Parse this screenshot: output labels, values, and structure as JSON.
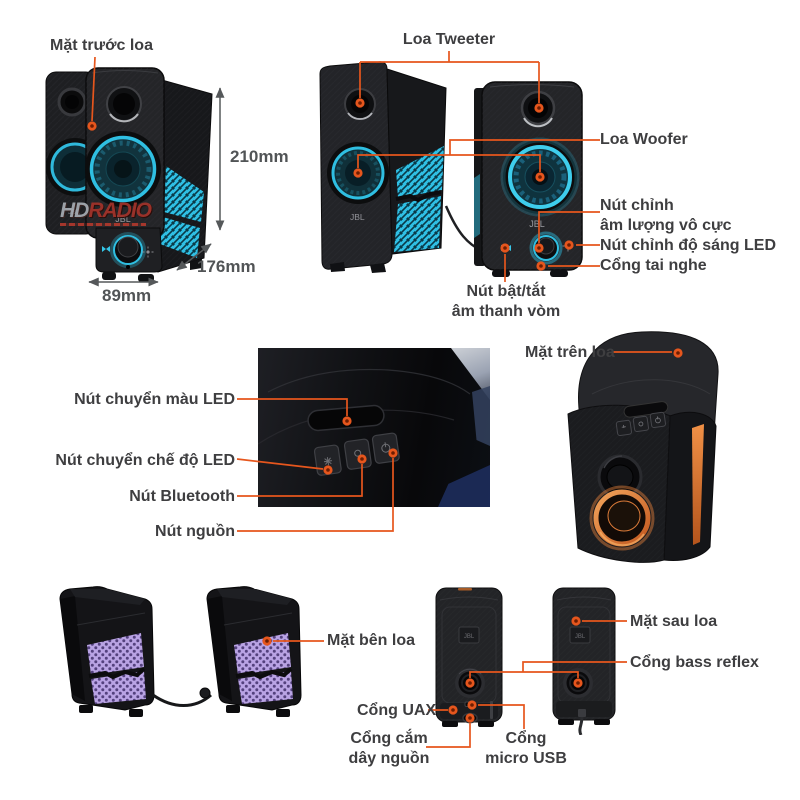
{
  "colors": {
    "accent_line": "#e6561d",
    "dot_core": "#6d1d02",
    "label_text": "#3e3e40",
    "dim_text": "#515456",
    "cyan_glow": "#38c6e8",
    "purple_mesh": "#b9a3e4",
    "orange_glow": "#e8823c"
  },
  "brand": "JBL",
  "watermark": {
    "hd": "HD",
    "radio": "RADIO"
  },
  "front_view": {
    "label": "Mặt trước loa",
    "height": "210mm",
    "depth": "176mm",
    "width": "89mm"
  },
  "pair_view": {
    "tweeter": "Loa Tweeter",
    "woofer": "Loa Woofer",
    "volume_l1": "Nút chỉnh",
    "volume_l2": "âm lượng vô cực",
    "brightness": "Nút chỉnh độ sáng LED",
    "headphone": "Cổng tai nghe",
    "surround_l1": "Nút bật/tắt",
    "surround_l2": "âm thanh vòm"
  },
  "controls_view": {
    "led_color": "Nút chuyển màu LED",
    "led_mode": "Nút chuyển chế độ LED",
    "bluetooth": "Nút Bluetooth",
    "power": "Nút nguồn",
    "top_face": "Mặt trên loa"
  },
  "bottom_view": {
    "side_face": "Mặt bên loa",
    "rear_face": "Mặt sau loa",
    "bass_reflex": "Cổng bass reflex",
    "uax": "Cổng UAX",
    "power_port_l1": "Cổng cắm",
    "power_port_l2": "dây nguồn",
    "micro_usb_l1": "Cổng",
    "micro_usb_l2": "micro USB"
  }
}
